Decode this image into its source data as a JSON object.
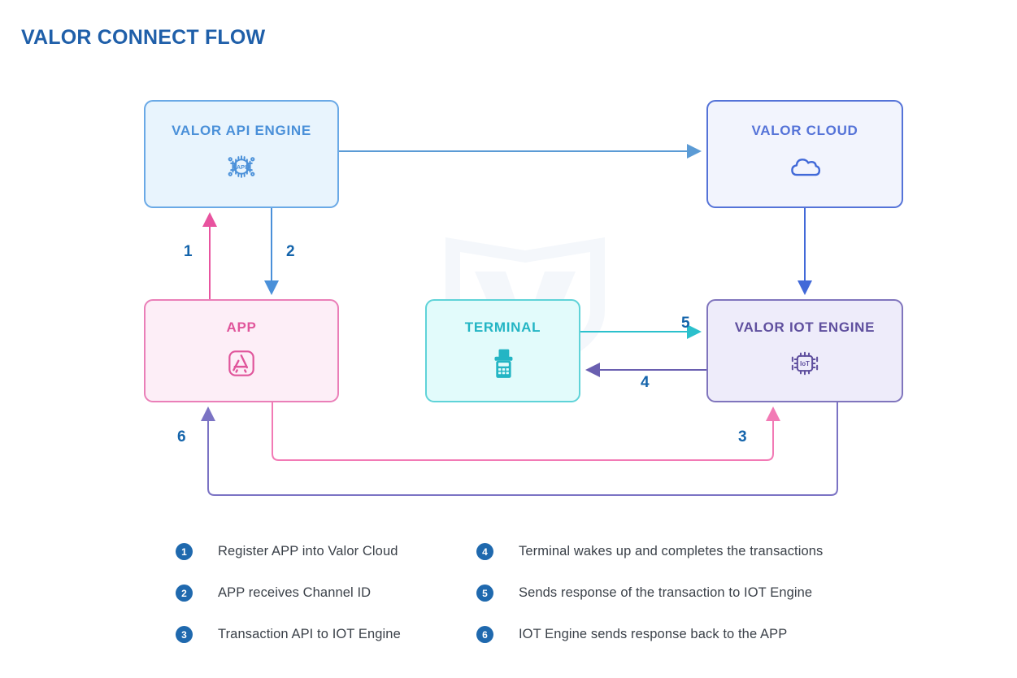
{
  "page": {
    "title": "VALOR CONNECT FLOW",
    "background": "#ffffff",
    "title_color": "#1f5fa9"
  },
  "watermark": {
    "name": "valor-shield-watermark",
    "color": "#f4f7fb"
  },
  "nodes": [
    {
      "id": "valor-api-engine",
      "label": "VALOR API ENGINE",
      "icon": "api-chip-icon",
      "fill": "#e8f4fd",
      "border": "#6aa9e6",
      "text_color": "#4a90d9"
    },
    {
      "id": "valor-cloud",
      "label": "VALOR CLOUD",
      "icon": "cloud-icon",
      "fill": "#f2f4fd",
      "border": "#5573d8",
      "text_color": "#5573d8"
    },
    {
      "id": "app",
      "label": "APP",
      "icon": "app-store-icon",
      "fill": "#fdeef7",
      "border": "#ea7fb8",
      "text_color": "#e0559b"
    },
    {
      "id": "terminal",
      "label": "TERMINAL",
      "icon": "pos-terminal-icon",
      "fill": "#e2fbfb",
      "border": "#5fd3d8",
      "text_color": "#23b5c4"
    },
    {
      "id": "valor-iot-engine",
      "label": "VALOR IOT ENGINE",
      "icon": "iot-chip-icon",
      "fill": "#eeecfa",
      "border": "#8075bd",
      "text_color": "#5f4f9e"
    }
  ],
  "connectors": [
    {
      "id": "api-to-cloud",
      "label": "",
      "color": "#5b9bd5",
      "from": "valor-api-engine",
      "to": "valor-cloud"
    },
    {
      "id": "cloud-to-iot",
      "label": "",
      "color": "#4169d8",
      "from": "valor-cloud",
      "to": "valor-iot-engine"
    },
    {
      "id": "app-to-api",
      "label": "1",
      "color": "#e8539f",
      "from": "app",
      "to": "valor-api-engine"
    },
    {
      "id": "api-to-app",
      "label": "2",
      "color": "#4a90d9",
      "from": "valor-api-engine",
      "to": "app"
    },
    {
      "id": "app-to-iot",
      "label": "3",
      "color": "#f27ab5",
      "from": "app",
      "to": "valor-iot-engine"
    },
    {
      "id": "iot-to-terminal",
      "label": "4",
      "color": "#6a5fb0",
      "from": "valor-iot-engine",
      "to": "terminal"
    },
    {
      "id": "terminal-to-iot",
      "label": "5",
      "color": "#2bc0cc",
      "from": "terminal",
      "to": "valor-iot-engine"
    },
    {
      "id": "iot-to-app",
      "label": "6",
      "color": "#7b73c4",
      "from": "valor-iot-engine",
      "to": "app"
    }
  ],
  "step_labels": {
    "s1": "1",
    "s2": "2",
    "s3": "3",
    "s4": "4",
    "s5": "5",
    "s6": "6",
    "color": "#1464ab"
  },
  "legend": {
    "badge_color": "#1f69ae",
    "text_color": "#3b4149",
    "left": [
      {
        "num": "1",
        "text": "Register APP into Valor Cloud"
      },
      {
        "num": "2",
        "text": "APP receives Channel ID"
      },
      {
        "num": "3",
        "text": "Transaction API to IOT Engine"
      }
    ],
    "right": [
      {
        "num": "4",
        "text": "Terminal wakes up and completes the transactions"
      },
      {
        "num": "5",
        "text": "Sends response of the transaction to IOT Engine"
      },
      {
        "num": "6",
        "text": "IOT Engine sends response back to the APP"
      }
    ]
  }
}
